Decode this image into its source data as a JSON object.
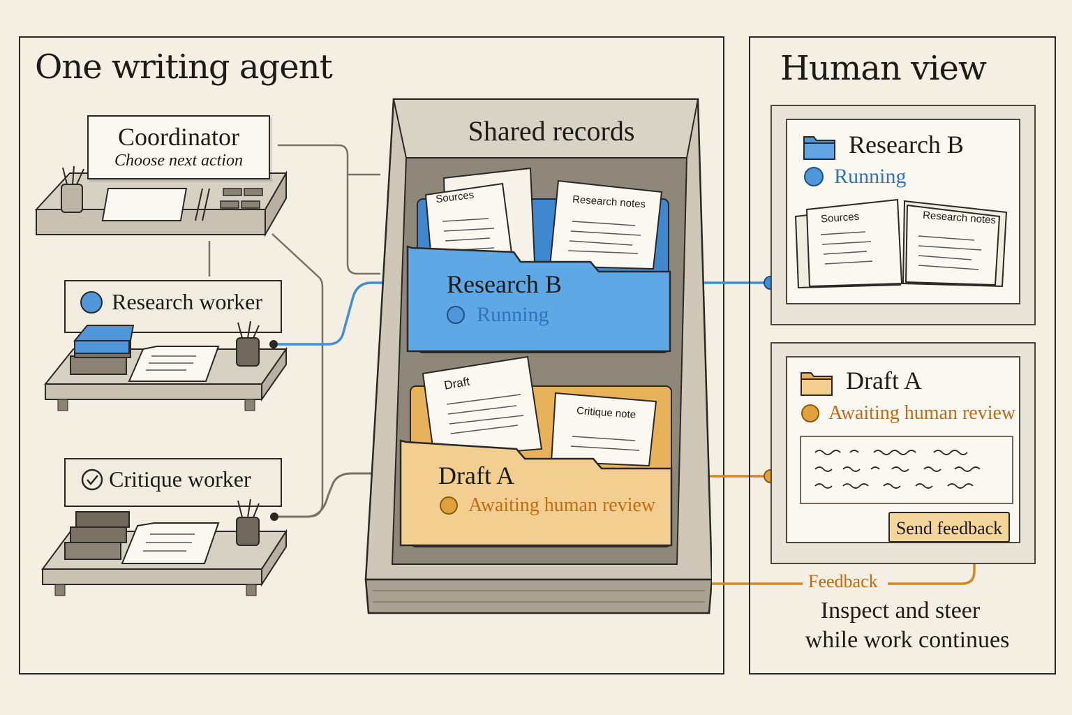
{
  "colors": {
    "background": "#f4efe2",
    "blue": "#4f97d8",
    "blue_text": "#2f74b8",
    "orange": "#e0a23a",
    "orange_text": "#c56a12",
    "gray_line": "#777269"
  },
  "left": {
    "title": "One writing agent",
    "coordinator": {
      "title": "Coordinator",
      "subtitle": "Choose next action"
    },
    "research_worker": {
      "label": "Research worker",
      "icon": "blue-dot-icon"
    },
    "critique_worker": {
      "label": "Critique worker",
      "icon": "check-circle-icon"
    }
  },
  "shared": {
    "title": "Shared records",
    "research_folder": {
      "name": "Research B",
      "status": "Running",
      "papers": [
        "Sources",
        "Research notes"
      ]
    },
    "draft_folder": {
      "name": "Draft A",
      "status": "Awaiting human review",
      "papers": [
        "Draft",
        "Critique note"
      ]
    }
  },
  "human": {
    "title": "Human view",
    "research_card": {
      "name": "Research B",
      "status": "Running",
      "papers": [
        "Sources",
        "Research notes"
      ],
      "icon": "folder-icon"
    },
    "draft_card": {
      "name": "Draft A",
      "status": "Awaiting human review",
      "button": "Send feedback",
      "icon": "folder-icon"
    },
    "feedback_label": "Feedback",
    "caption_line1": "Inspect and steer",
    "caption_line2": "while work continues"
  }
}
